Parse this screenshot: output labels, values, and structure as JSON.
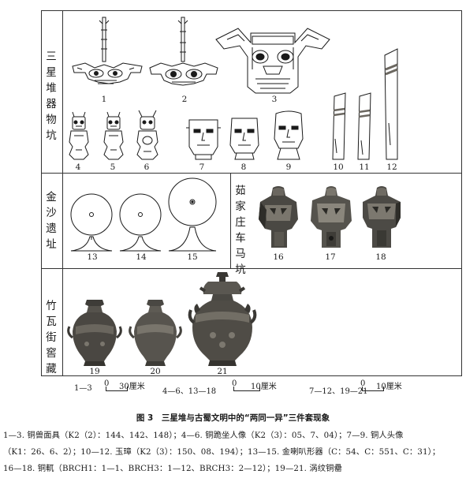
{
  "sections": {
    "sanxingdui": "三星堆器物坑",
    "jinsha": "金沙遗址",
    "rujiazhuang": "茹家庄车马坑",
    "zhuwajie": "竹瓦街窖藏"
  },
  "labels": {
    "n1": "1",
    "n2": "2",
    "n3": "3",
    "n4": "4",
    "n5": "5",
    "n6": "6",
    "n7": "7",
    "n8": "8",
    "n9": "9",
    "n10": "10",
    "n11": "11",
    "n12": "12",
    "n13": "13",
    "n14": "14",
    "n15": "15",
    "n16": "16",
    "n17": "17",
    "n18": "18",
    "n19": "19",
    "n20": "20",
    "n21": "21"
  },
  "scales": [
    {
      "range": "1—3",
      "zero": "0",
      "unit": "30厘米"
    },
    {
      "range": "4—6、13—18",
      "zero": "0",
      "unit": "10厘米"
    },
    {
      "range": "7—12、19—21",
      "zero": "0",
      "unit": "10厘米"
    }
  ],
  "figure_title": "图 3　三星堆与古蜀文明中的“两同一异”三件套现象",
  "caption": {
    "line1": "1—3. 铜兽面具（K2（2）：144、142、148）；4—6. 铜跪坐人像（K2（3）：05、7、04）；7—9. 铜人头像",
    "line2": "（K1：26、6、2）；10—12. 玉璋（K2（3）：150、08、194）；13—15. 金喇叭形器（C：54、C：551、C：31）；",
    "line3": "16—18. 铜軏（BRCH1：1—1、BRCH3：1—12、BRCH3：2—12）；19—21. 涡纹铜罍"
  },
  "colors": {
    "ink": "#1a1a1a",
    "bronze_dark": "#3b3a36",
    "bronze_mid": "#6b6760",
    "bronze_light": "#a8a49a"
  }
}
